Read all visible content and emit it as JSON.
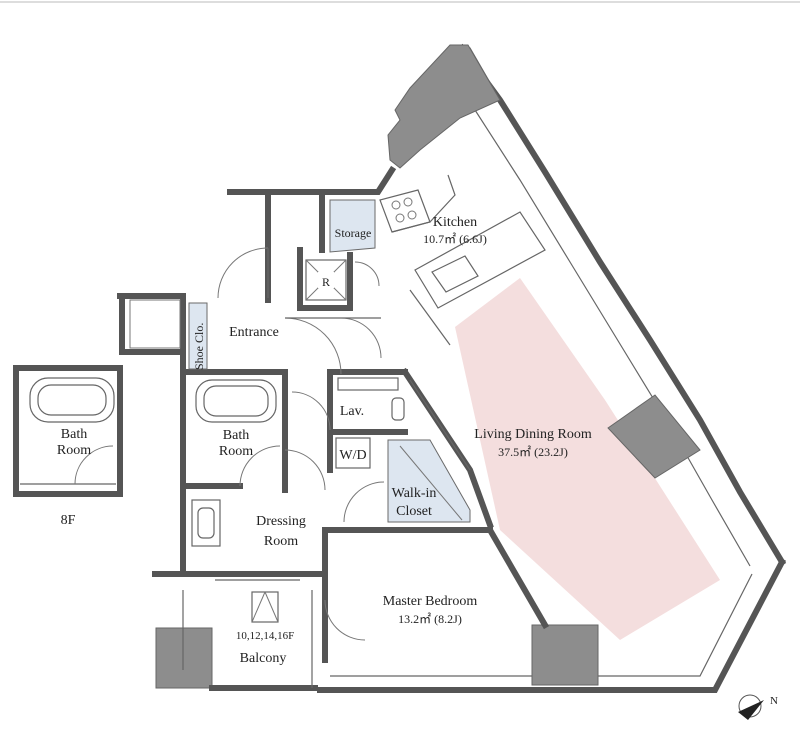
{
  "colors": {
    "wall": "#7a7a7a",
    "living_highlight": "#f4dede",
    "storage_fill": "#dde6f0",
    "background": "#ffffff"
  },
  "icons": [
    "compass-icon",
    "cooktop-icon",
    "bathtub-icon",
    "toilet-icon",
    "sink-icon",
    "ac-unit-icon"
  ],
  "rooms": {
    "kitchen": {
      "name": "Kitchen",
      "area": "10.7㎡ (6.6J)"
    },
    "storage": {
      "name": "Storage"
    },
    "refrigerator": {
      "name": "R"
    },
    "shoe_closet": {
      "name": "Shoe Clo."
    },
    "entrance": {
      "name": "Entrance"
    },
    "lavatory": {
      "name": "Lav."
    },
    "washer_dryer": {
      "name": "W/D"
    },
    "bath_main": {
      "name_line1": "Bath",
      "name_line2": "Room"
    },
    "bath_8f": {
      "name_line1": "Bath",
      "name_line2": "Room"
    },
    "walk_in_closet": {
      "name_line1": "Walk-in",
      "name_line2": "Closet"
    },
    "living_dining": {
      "name": "Living Dining Room",
      "area": "37.5㎡ (23.2J)"
    },
    "dressing_room": {
      "name_line1": "Dressing",
      "name_line2": "Room"
    },
    "master_bedroom": {
      "name": "Master Bedroom",
      "area": "13.2㎡ (8.2J)"
    },
    "balcony": {
      "floors": "10,12,14,16F",
      "name": "Balcony"
    }
  },
  "floor_note": "8F",
  "compass_label": "N"
}
